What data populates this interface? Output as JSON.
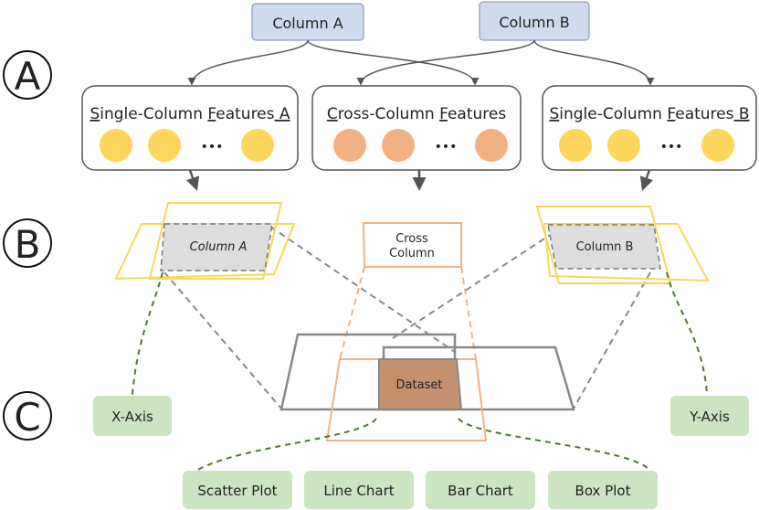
{
  "stage_labels": [
    "A",
    "B",
    "C"
  ],
  "columns": {
    "a": "Column A",
    "b": "Column B"
  },
  "feature_groups": {
    "left": {
      "parts": [
        "S",
        "ingle",
        "-Column ",
        "F",
        "eatures",
        " A"
      ],
      "underline": [
        0,
        3,
        5
      ],
      "dots": "•••",
      "color": "#fdd65b"
    },
    "middle": {
      "parts": [
        "C",
        "ross",
        "-Column ",
        "F",
        "eatures"
      ],
      "underline": [
        0,
        3
      ],
      "dots": "•••",
      "color": "#f2b183"
    },
    "right": {
      "parts": [
        "S",
        "ingle",
        "-Column ",
        "F",
        "eatures",
        " B"
      ],
      "underline": [
        0,
        3,
        5
      ],
      "dots": "•••",
      "color": "#fdd65b"
    }
  },
  "planes": {
    "column_a": "Column A",
    "cross_column_line1": "Cross",
    "cross_column_line2": "Column",
    "column_b": "Column B",
    "dataset": "Dataset"
  },
  "axes": {
    "x": "X-Axis",
    "y": "Y-Axis"
  },
  "charts": [
    "Scatter Plot",
    "Line Chart",
    "Bar Chart",
    "Box Plot"
  ],
  "colors": {
    "column_box": "#cfdaee",
    "feature_single": "#fdd65b",
    "feature_cross": "#f2b183",
    "plane_yellow": "#f5d85a",
    "plane_orange": "#f2b183",
    "plane_gray": "#888888",
    "dataset_fill": "#c3916e",
    "green_box": "#cde4c0",
    "green_line": "#4a7a2a"
  }
}
